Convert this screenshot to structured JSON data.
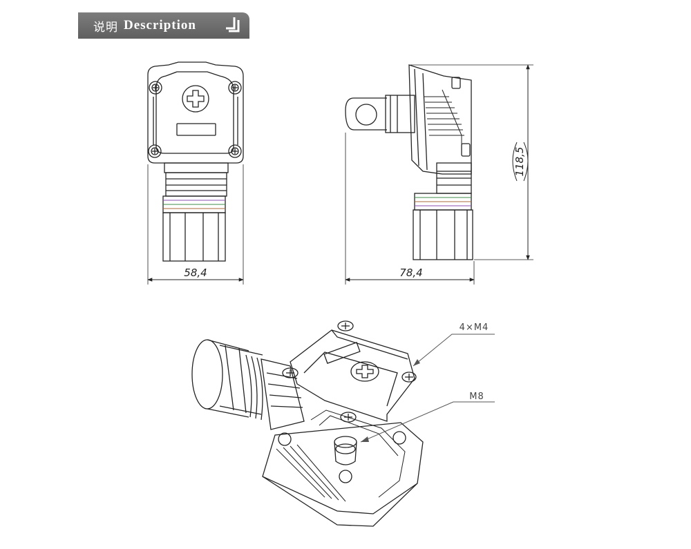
{
  "header": {
    "title_cn": "说明",
    "title_en": "Description"
  },
  "dimensions": {
    "front_width": "58,4",
    "side_width": "78,4",
    "height": "118,5"
  },
  "callouts": {
    "screw": "4×M4",
    "bolt": "M8"
  },
  "colors": {
    "banner": "#6e6e6e",
    "line": "#222222",
    "callout": "#555555"
  }
}
